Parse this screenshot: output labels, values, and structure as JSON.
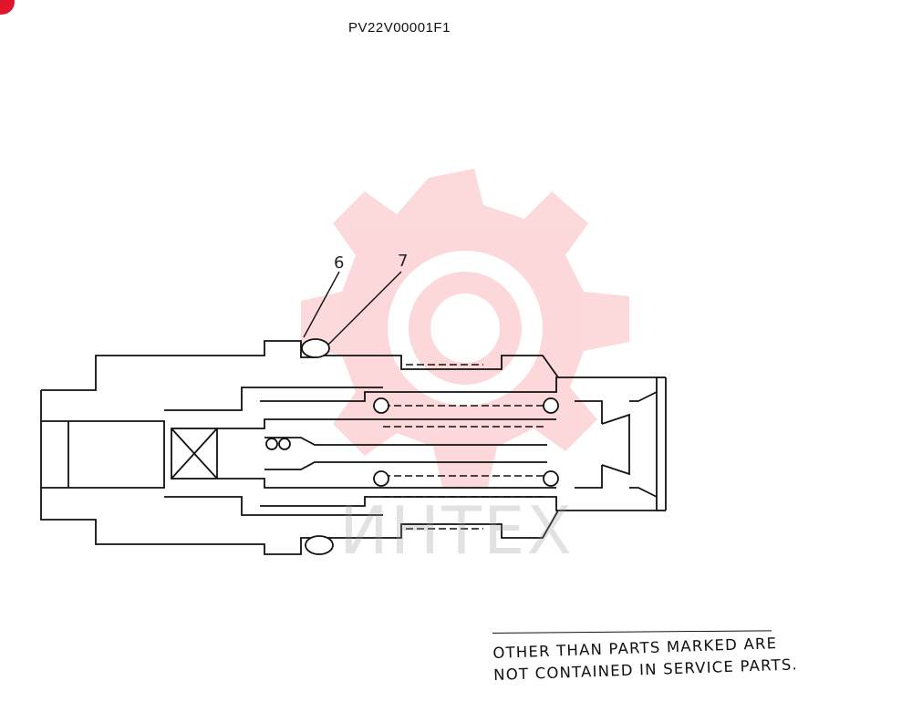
{
  "header": {
    "drawing_code": "PV22V00001F1"
  },
  "watermark": {
    "text": "ИНТЕХ",
    "color": "#f4a6aa"
  },
  "callouts": [
    {
      "label": "6"
    },
    {
      "label": "7"
    }
  ],
  "footnote": {
    "line1": "OTHER THAN PARTS MARKED ARE",
    "line2": "NOT CONTAINED IN SERVICE PARTS."
  },
  "colors": {
    "corner_badge": "#e0142a",
    "line": "#111111"
  }
}
